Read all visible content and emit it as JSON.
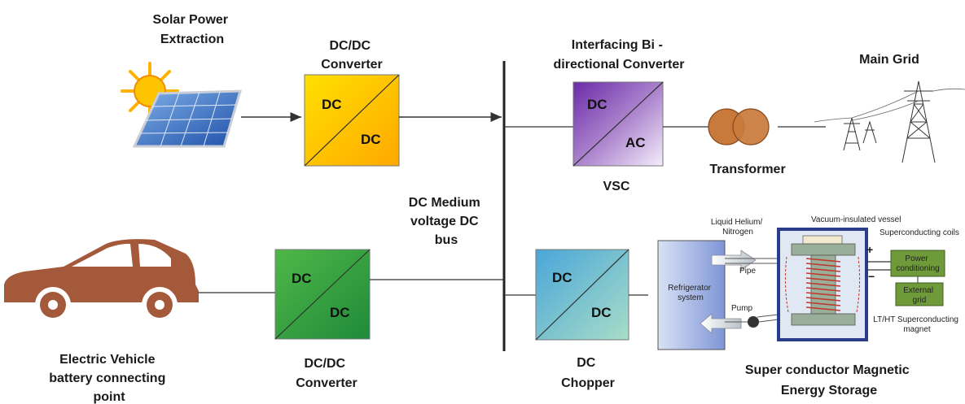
{
  "labels": {
    "solar": [
      "Solar Power",
      "Extraction"
    ],
    "dcdc_top": [
      "DC/DC",
      "Converter"
    ],
    "interfacing": [
      "Interfacing Bi -",
      "directional Converter"
    ],
    "main_grid": "Main Grid",
    "transformer": "Transformer",
    "vsc": "VSC",
    "bus": [
      "DC Medium",
      "voltage DC",
      "bus"
    ],
    "ev": [
      "Electric Vehicle",
      "battery connecting",
      "point"
    ],
    "dcdc_bottom": [
      "DC/DC",
      "Converter"
    ],
    "chopper": [
      "DC",
      "Chopper"
    ],
    "smes": [
      "Super conductor Magnetic",
      "Energy Storage"
    ]
  },
  "boxes": {
    "top_dcdc": {
      "in": "DC",
      "out": "DC"
    },
    "vsc": {
      "in": "DC",
      "out": "AC"
    },
    "bottom_dcdc": {
      "in": "DC",
      "out": "DC"
    },
    "chopper": {
      "in": "DC",
      "out": "DC"
    }
  },
  "smes_parts": {
    "vessel": "Vacuum-insulated vessel",
    "helium": [
      "Liquid Helium/",
      "Nitrogen"
    ],
    "coils": "Superconducting coils",
    "power": [
      "Power",
      "conditioning"
    ],
    "external": [
      "External",
      "grid"
    ],
    "refrigerator": [
      "Refrigerator",
      "system"
    ],
    "pipe": "Pipe",
    "pump": "Pump",
    "magnet": [
      "LT/HT Superconducting",
      "magnet"
    ],
    "plus": "+",
    "minus": "−"
  },
  "colors": {
    "yellow": "#ffd400",
    "purple": "#7b3fb0",
    "green": "#3aa843",
    "teal": "#5bb8c4",
    "car": "#a45a3a",
    "transformer": "#c87a3c"
  }
}
